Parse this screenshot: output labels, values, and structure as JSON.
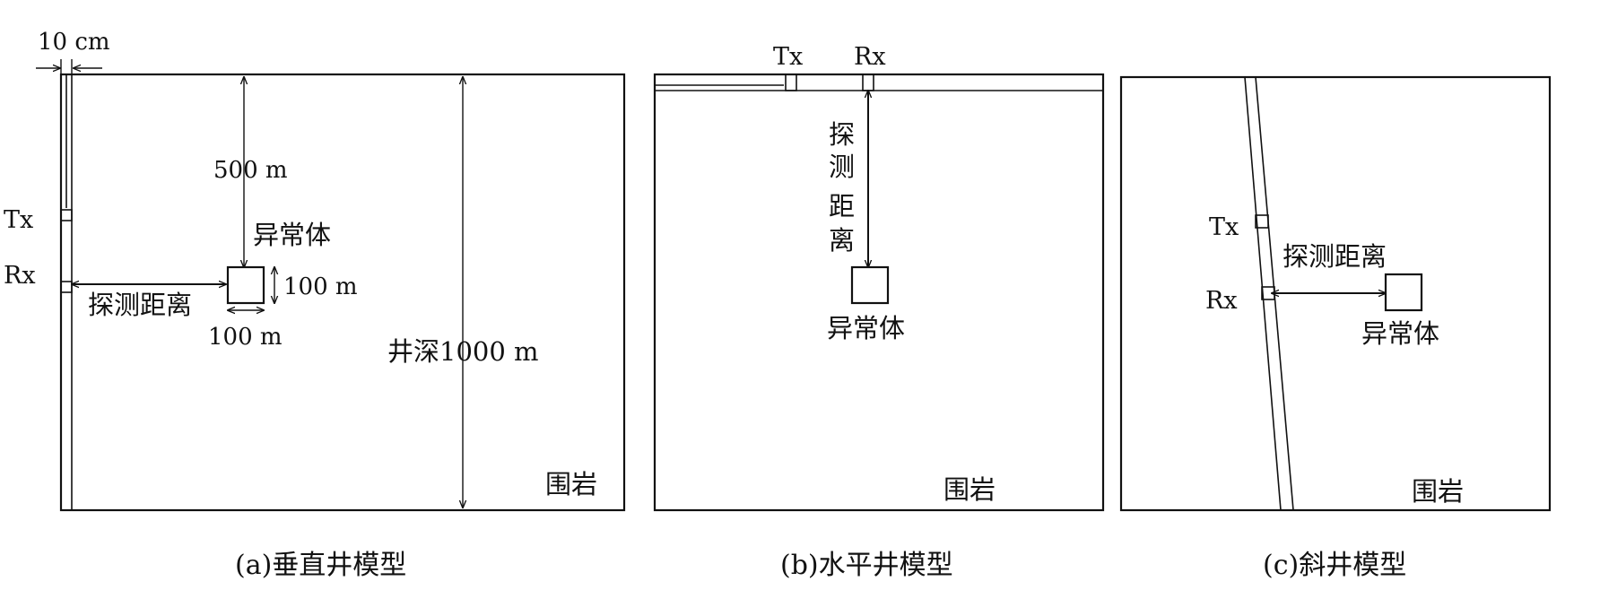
{
  "panel_a": {
    "casing_width": "10 cm",
    "depth_top": "500 m",
    "tx": "Tx",
    "rx": "Rx",
    "anomaly": "异常体",
    "anomaly_height": "100 m",
    "anomaly_width": "100 m",
    "distance": "探测距离",
    "well_depth": "井深1000 m",
    "rock": "围岩",
    "caption": "(a)垂直井模型"
  },
  "panel_b": {
    "tx": "Tx",
    "rx": "Rx",
    "distance_chars": [
      "探",
      "测",
      "距",
      "离"
    ],
    "anomaly": "异常体",
    "rock": "围岩",
    "caption": "(b)水平井模型"
  },
  "panel_c": {
    "tx": "Tx",
    "rx": "Rx",
    "distance": "探测距离",
    "anomaly": "异常体",
    "rock": "围岩",
    "caption": "(c)斜井模型"
  }
}
